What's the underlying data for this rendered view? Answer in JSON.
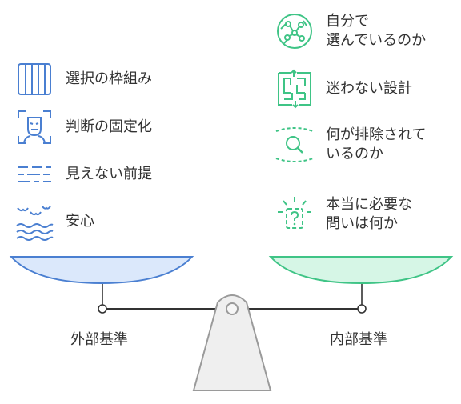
{
  "colors": {
    "left_accent": "#4a7fd1",
    "left_fill": "#dbe8fb",
    "right_accent": "#3fc486",
    "right_fill": "#d6f6e6",
    "base_fill": "#efefef",
    "base_stroke": "#9a9a9a",
    "text": "#333333"
  },
  "left": {
    "caption": "外部基準",
    "items": [
      {
        "icon": "vertical-bars-frame-icon",
        "label": "選択の枠組み"
      },
      {
        "icon": "face-in-frame-icon",
        "label": "判断の固定化"
      },
      {
        "icon": "dashed-lines-icon",
        "label": "見えない前提"
      },
      {
        "icon": "birds-over-waves-icon",
        "label": "安心"
      }
    ]
  },
  "right": {
    "caption": "内部基準",
    "items": [
      {
        "icon": "network-circle-icon",
        "label": "自分で\n選んでいるのか"
      },
      {
        "icon": "maze-icon",
        "label": "迷わない設計"
      },
      {
        "icon": "magnifier-icon",
        "label": "何が排除されて\nいるのか"
      },
      {
        "icon": "question-card-icon",
        "label": "本当に必要な\n問いは何か"
      }
    ]
  }
}
